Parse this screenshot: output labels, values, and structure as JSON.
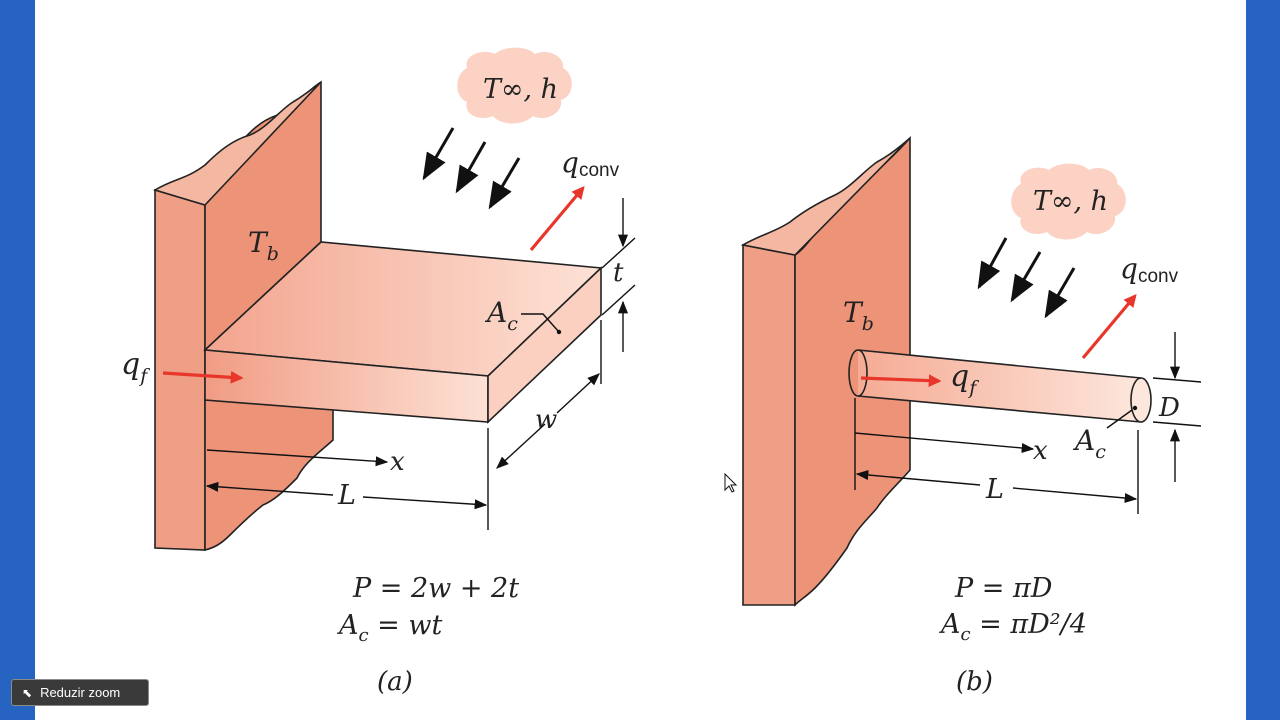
{
  "figure_a": {
    "env_label": "T∞, h",
    "q_conv": "conv",
    "q_f": "f",
    "Tb_base": "T",
    "Tb_sub": "b",
    "Ac_base": "A",
    "Ac_sub": "c",
    "t": "t",
    "w": "w",
    "x": "x",
    "L": "L",
    "eq_perimeter": "P = 2w + 2t",
    "eq_area_rhs": " = wt",
    "caption": "(a)"
  },
  "figure_b": {
    "env_label": "T∞, h",
    "q_conv": "conv",
    "q_f": "f",
    "Tb_base": "T",
    "Tb_sub": "b",
    "Ac_base": "A",
    "Ac_sub": "c",
    "D": "D",
    "x": "x",
    "L": "L",
    "eq_perimeter": "P = πD",
    "eq_area_rhs": " = πD²/4",
    "caption": "(b)"
  },
  "zoom_button": {
    "label": "Reduzir zoom"
  },
  "colors": {
    "frame": "#2763c0",
    "solid_light": "#fbd3c2",
    "solid_dark": "#e88e76",
    "arrow_red": "#e8362b",
    "cloud": "#fbd2c4"
  }
}
